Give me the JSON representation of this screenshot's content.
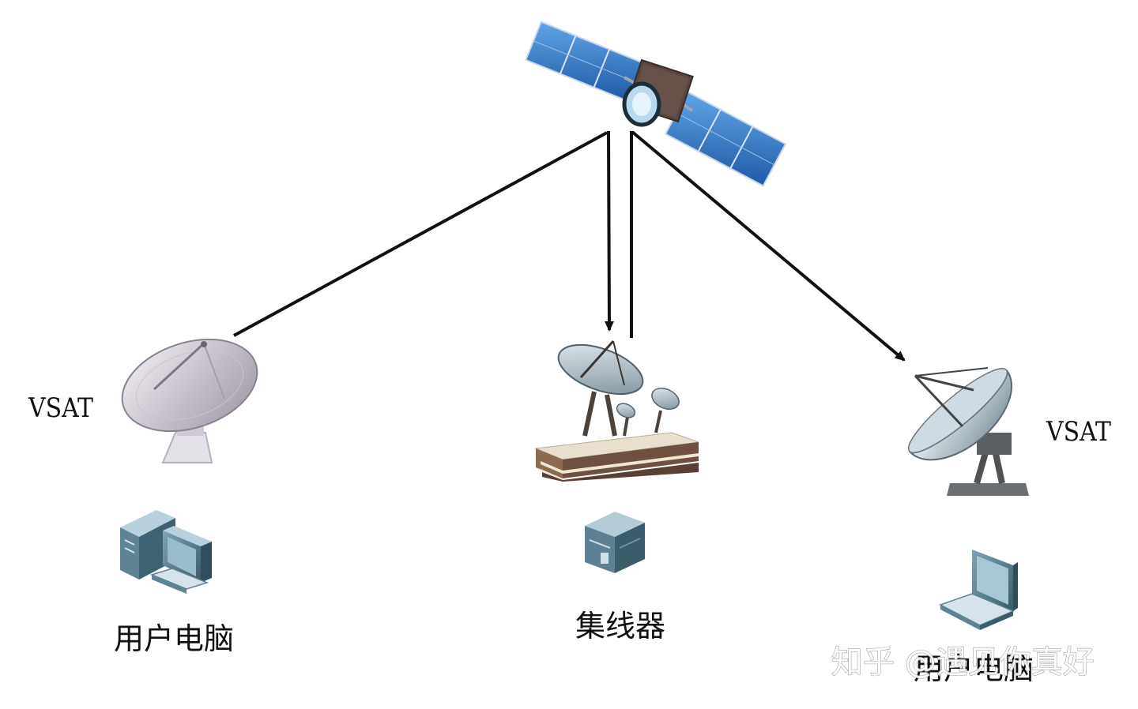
{
  "labels": {
    "vsat_left": "VSAT",
    "vsat_right": "VSAT",
    "user_pc_left": "用户电脑",
    "hub": "集线器",
    "user_pc_right": "用户电脑"
  },
  "watermark": "知乎 @遇见你真好",
  "icons": {
    "satellite": "satellite-icon",
    "dish_left": "satellite-dish-icon",
    "hub_station": "earth-station-hub-icon",
    "dish_right": "satellite-dish-icon",
    "desktop": "desktop-computer-icon",
    "hub_device": "hub-device-icon",
    "laptop": "laptop-icon"
  },
  "colors": {
    "line": "#111111",
    "panel_blue": "#3d7fc8",
    "dish_gray": "#d8d3dc",
    "device_teal": "#4e6f7e"
  }
}
